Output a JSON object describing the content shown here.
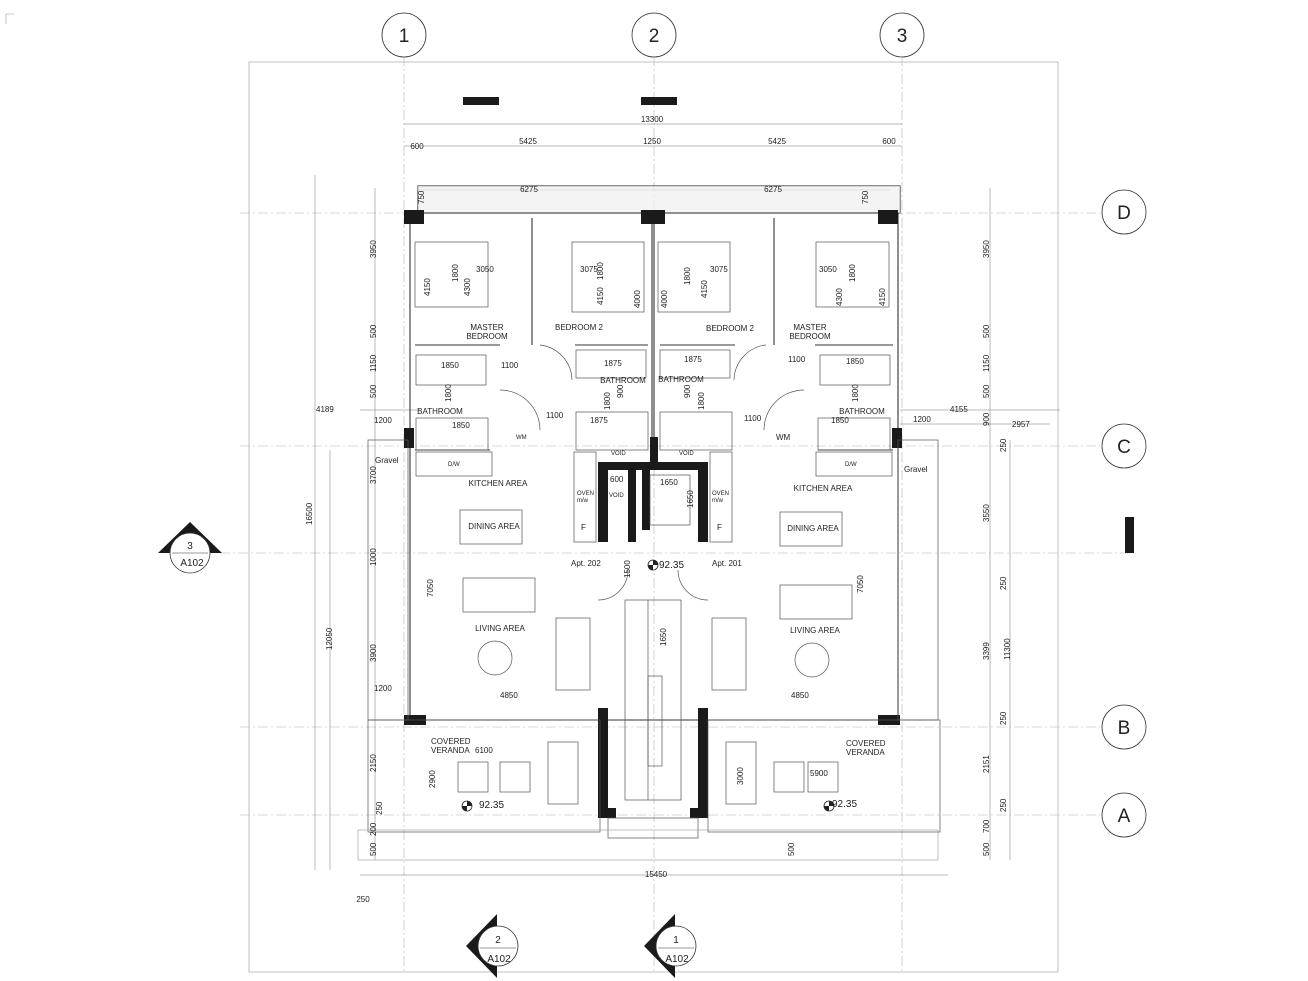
{
  "grid": {
    "columns": [
      "1",
      "2",
      "3"
    ],
    "rows": [
      "D",
      "C",
      "B",
      "A"
    ]
  },
  "section_marks": [
    {
      "number": "3",
      "sheet": "A102"
    },
    {
      "number": "2",
      "sheet": "A102"
    },
    {
      "number": "1",
      "sheet": "A102"
    }
  ],
  "levels": [
    "92.35",
    "92.35",
    "92.35"
  ],
  "rooms": {
    "master_bedroom_left": "MASTER\nBEDROOM",
    "bedroom2_left": "BEDROOM 2",
    "bedroom2_right": "BEDROOM 2",
    "master_bedroom_right": "MASTER\nBEDROOM",
    "bathroom_left_small": "BATHROOM",
    "bathroom_left_main": "BATHROOM",
    "bathroom_right_main": "BATHROOM",
    "bathroom_right_small": "BATHROOM",
    "kitchen_left": "KITCHEN AREA",
    "kitchen_right": "KITCHEN AREA",
    "dining_left": "DINING AREA",
    "dining_right": "DINING AREA",
    "living_left": "LIVING AREA",
    "living_right": "LIVING AREA",
    "veranda_left": "COVERED\nVERANDA",
    "veranda_right": "COVERED\nVERANDA",
    "apt_left": "Apt. 202",
    "apt_right": "Apt. 201",
    "void_1": "VOID",
    "void_2": "VOID",
    "void_3": "VOID",
    "gravel_left": "Gravel",
    "gravel_right": "Gravel"
  },
  "appliances": {
    "dw": "D/W",
    "wm": "WM",
    "oven": "OVEN\nm/w",
    "fridge": "F"
  },
  "dims": {
    "top_total": "13300",
    "top_600": "600",
    "top_5425": "5425",
    "top_1250": "1250",
    "top_6275": "6275",
    "top_750": "750",
    "bottom_total": "15450",
    "bottom_250": "250",
    "bottom_500": "500",
    "left_16500": "16500",
    "left_12050": "12050",
    "left_4189": "4189",
    "left_3950": "3950",
    "left_500": "500",
    "left_1150": "1150",
    "left_1200": "1200",
    "left_3700": "3700",
    "left_1000": "1000",
    "left_3900": "3900",
    "left_2150": "2150",
    "left_250": "250",
    "left_200": "200",
    "left_7050": "7050",
    "left_2900": "2900",
    "right_3950": "3950",
    "right_500": "500",
    "right_1150": "1150",
    "right_900": "900",
    "right_4155": "4155",
    "right_2957": "2957",
    "right_3550": "3550",
    "right_250": "250",
    "right_3399": "3399",
    "right_11300": "11300",
    "right_2151": "2151",
    "right_700": "700",
    "right_1200": "1200",
    "right_7050": "7050",
    "right_3000": "3000",
    "bed_3050": "3050",
    "bed_1800": "1800",
    "bed_4150": "4150",
    "bed_4300": "4300",
    "bed_3075": "3075",
    "bed_4000": "4000",
    "d_1850": "1850",
    "d_1100": "1100",
    "d_1875": "1875",
    "d_900": "900",
    "d_600": "600",
    "d_1650": "1650",
    "d_1500": "1500",
    "d_4850": "4850",
    "d_6100": "6100",
    "d_5900": "5900"
  }
}
